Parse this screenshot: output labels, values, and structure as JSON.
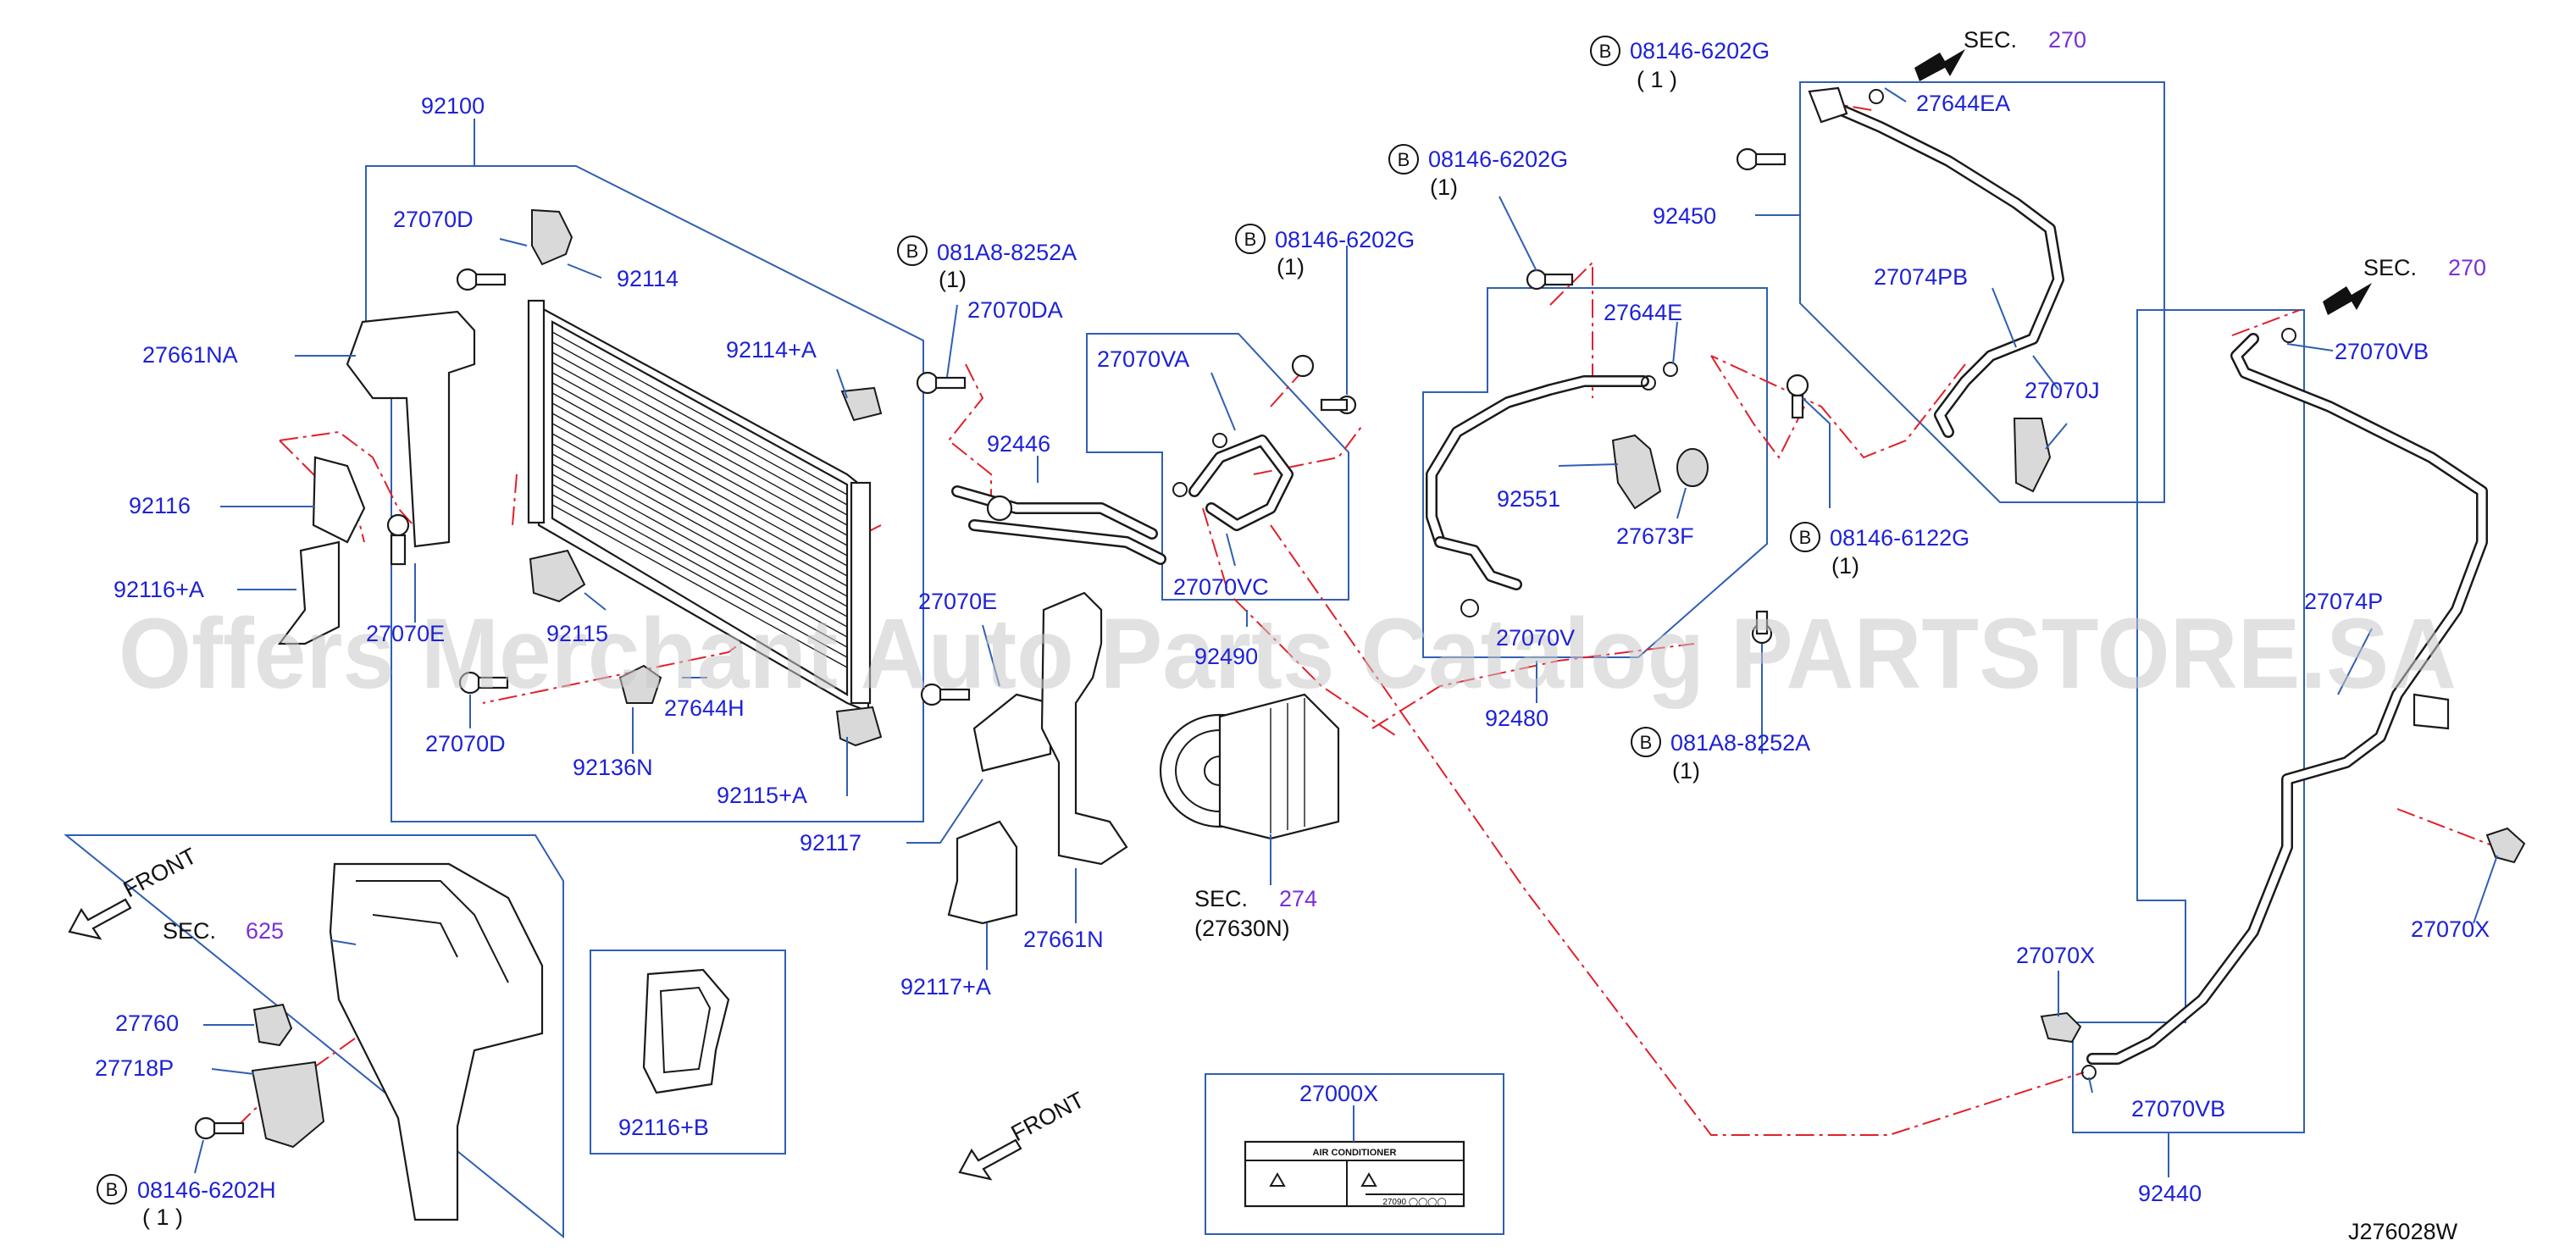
{
  "diagram_id": "J276028W",
  "watermark": "Offers Merchant Auto Parts Catalog PARTSTORE.SA",
  "front_label": "FRONT",
  "bolt_badge": "B",
  "sec_prefix": "SEC.",
  "sections": {
    "sec270_a": "270",
    "sec270_b": "270",
    "sec274": "274",
    "sec274_sub": "(27630N)",
    "sec625": "625"
  },
  "bolts": {
    "b1": {
      "code": "08146-6202G",
      "qty": "( 1 )"
    },
    "b2": {
      "code": "08146-6202G",
      "qty": "(1)"
    },
    "b3": {
      "code": "081A8-8252A",
      "qty": "(1)"
    },
    "b4": {
      "code": "08146-6202G",
      "qty": "(1)"
    },
    "b5": {
      "code": "08146-6122G",
      "qty": "(1)"
    },
    "b6": {
      "code": "081A8-8252A",
      "qty": "(1)"
    },
    "b7": {
      "code": "08146-6202H",
      "qty": "( 1 )"
    }
  },
  "parts": {
    "p92100": "92100",
    "p27070D_top": "27070D",
    "p92114": "92114",
    "p27661NA": "27661NA",
    "p92114A": "92114+A",
    "p92116": "92116",
    "p92116A": "92116+A",
    "p27070E_left": "27070E",
    "p92115": "92115",
    "p27644H": "27644H",
    "p27070D_bot": "27070D",
    "p92136N": "92136N",
    "p92115A": "92115+A",
    "p27070DA": "27070DA",
    "p27070VA": "27070VA",
    "p92446": "92446",
    "p27070VC": "27070VC",
    "p92490": "92490",
    "p27070E_mid": "27070E",
    "p92117": "92117",
    "p27661N": "27661N",
    "p92117A": "92117+A",
    "p27644E": "27644E",
    "p92551": "92551",
    "p27673F": "27673F",
    "p27070V": "27070V",
    "p92480": "92480",
    "p27644EA": "27644EA",
    "p92450": "92450",
    "p27074PB": "27074PB",
    "p27070J": "27070J",
    "p27070VB_top": "27070VB",
    "p27074P": "27074P",
    "p27070X_right": "27070X",
    "p27070X_left": "27070X",
    "p27070VB_bot": "27070VB",
    "p92440": "92440",
    "p27760": "27760",
    "p27718P": "27718P",
    "p92116B": "92116+B",
    "p27000X": "27000X"
  },
  "label_card": {
    "title": "AIR CONDITIONER",
    "code": "27090 ◯◯◯◯"
  },
  "colors": {
    "part_number": "#1e22d6",
    "section_ref": "#7a2fd6",
    "leader_box": "#2f5fb3",
    "dash_line": "#e0202a"
  }
}
